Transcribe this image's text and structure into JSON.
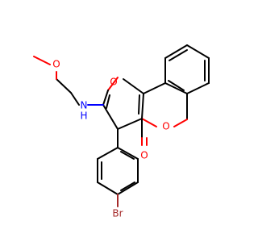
{
  "diagram": {
    "colors": {
      "carbon_bond": "#000000",
      "oxygen": "#ff0000",
      "nitrogen": "#0000ff",
      "bromine": "#a52a2a",
      "background": "#ffffff"
    },
    "atom_labels": {
      "methoxy_oxygen": "O",
      "furan_oxygen": "O",
      "ring_oxygen": "O",
      "carbonyl_oxygen": "O",
      "amine_n": "N",
      "amine_h": "H",
      "bromine": "Br"
    }
  }
}
